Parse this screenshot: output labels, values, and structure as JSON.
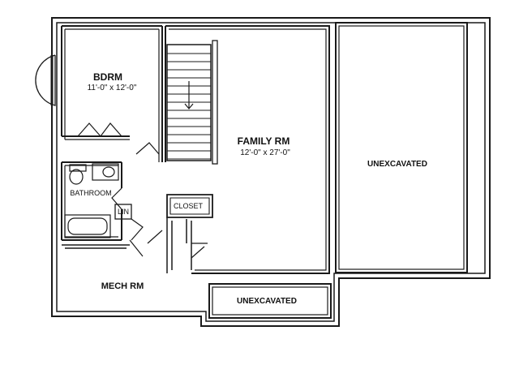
{
  "rooms": {
    "bedroom": {
      "name": "BDRM",
      "dims": "11'-0\" x 12'-0\""
    },
    "family_room": {
      "name": "FAMILY RM",
      "dims": "12'-0\" x 27'-0\""
    },
    "bathroom": {
      "name": "BATHROOM"
    },
    "linen": {
      "name": "LIN"
    },
    "closet": {
      "name": "CLOSET"
    },
    "mech_room": {
      "name": "MECH RM"
    },
    "unexcavated_right": {
      "name": "UNEXCAVATED"
    },
    "unexcavated_bottom": {
      "name": "UNEXCAVATED"
    }
  },
  "colors": {
    "wall": "#1a1a1a",
    "paper": "#ffffff"
  }
}
